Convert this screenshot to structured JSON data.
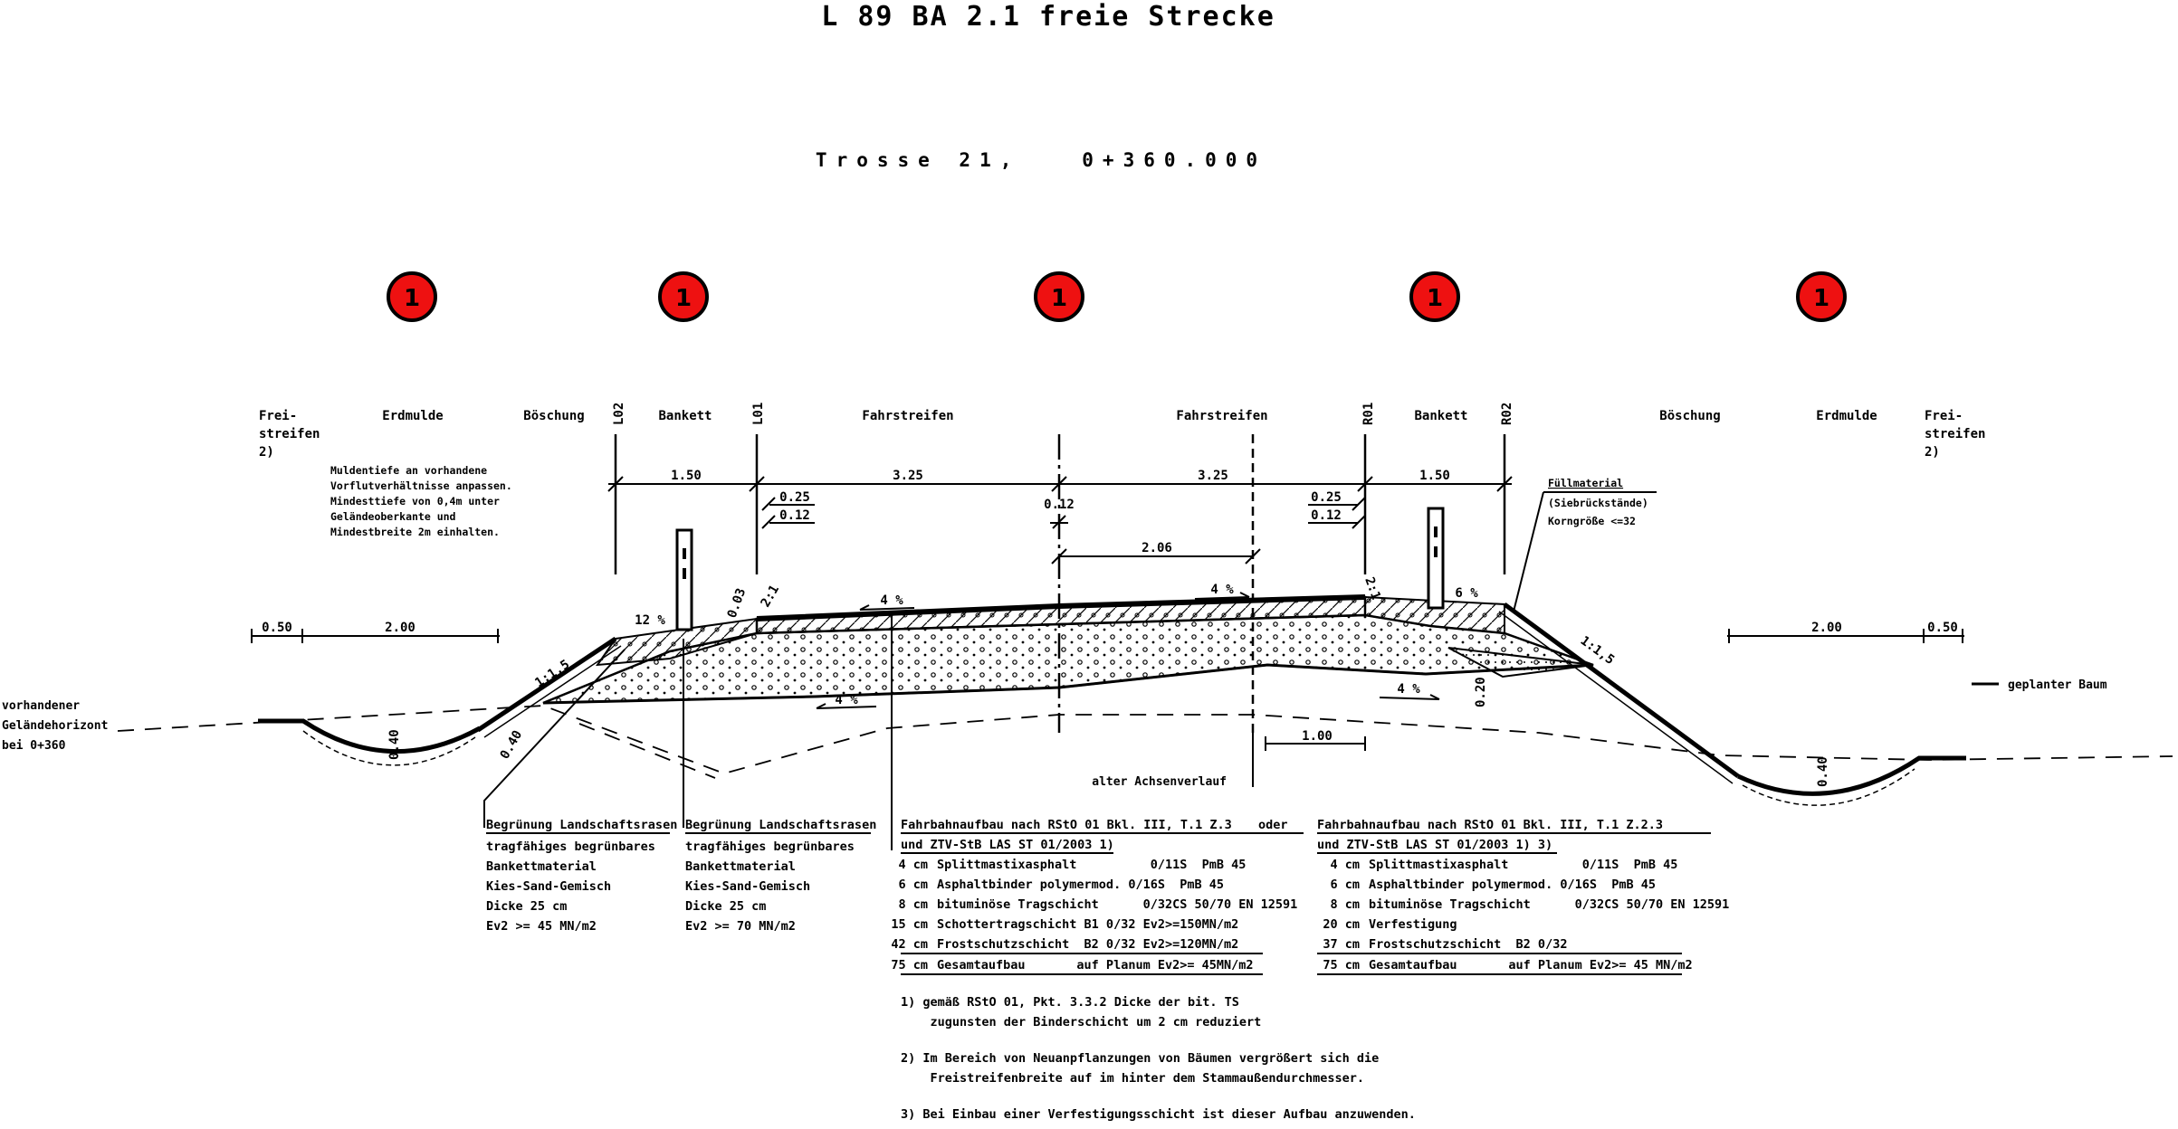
{
  "title": "L 89 BA 2.1 freie Strecke",
  "subtitle": "Trosse 21,   0+360.000",
  "badge_label": "1",
  "headers": {
    "frei_left_1": "Frei-",
    "frei_left_2": "streifen",
    "frei_left_3": "2)",
    "erdmulde_left": "Erdmulde",
    "boschung_left": "Böschung",
    "l02": "L02",
    "bankett_left": "Bankett",
    "l01": "L01",
    "fahrstreifen_left": "Fahrstreifen",
    "fahrstreifen_right": "Fahrstreifen",
    "r01": "R01",
    "bankett_right": "Bankett",
    "r02": "R02",
    "boschung_right": "Böschung",
    "erdmulde_right": "Erdmulde",
    "frei_right_1": "Frei-",
    "frei_right_2": "streifen",
    "frei_right_3": "2)"
  },
  "mulde_note": [
    "Muldentiefe an vorhandene",
    "Vorflutverhältnisse anpassen.",
    "Mindesttiefe von 0,4m unter",
    "Geländeoberkante und",
    "Mindestbreite 2m einhalten."
  ],
  "fill_note": {
    "title": "Füllmaterial",
    "line2": "(Siebrückstände)",
    "line3": "Korngröße <=32"
  },
  "dimensions": {
    "d150_left": "1.50",
    "d325_left": "3.25",
    "d325_right": "3.25",
    "d150_right": "1.50",
    "d025_left": "0.25",
    "d012_left": "0.12",
    "d012_center": "0.12",
    "d025_right": "0.25",
    "d012_right": "0.12",
    "d206": "2.06",
    "d050_left": "0.50",
    "d200_left": "2.00",
    "d200_right": "2.00",
    "d050_right": "0.50",
    "d100": "1.00",
    "d020": "0.20",
    "d040_left": "0.40",
    "d040_slope": "0.40",
    "d040_right": "0.40",
    "d003": "0.03"
  },
  "slopes": {
    "s12": "12 %",
    "s4_top_left": "4 %",
    "s4_top_right": "4 %",
    "s6": "6 %",
    "s4_bottom_left": "4 %",
    "s4_bottom_right": "4 %",
    "s21_left": "2:1",
    "s21_right": "2:1",
    "s115_left": "1:1,5",
    "s115_right": "1:1,5"
  },
  "terrain": {
    "line1": "vorhandener",
    "line2": "Geländehorizont",
    "line3": "bei 0+360"
  },
  "achse_label": "alter Achsenverlauf",
  "tree_legend": "geplanter Baum",
  "bankett_left_text": {
    "title": "Begrünung Landschaftsrasen",
    "lines": [
      "tragfähiges begrünbares",
      "Bankettmaterial",
      "Kies-Sand-Gemisch",
      "Dicke 25 cm",
      "Ev2 >= 45 MN/m2"
    ]
  },
  "bankett_right_text": {
    "title": "Begrünung Landschaftsrasen",
    "lines": [
      "tragfähiges begrünbares",
      "Bankettmaterial",
      "Kies-Sand-Gemisch",
      "Dicke 25 cm",
      "Ev2 >= 70 MN/m2"
    ]
  },
  "build_left": {
    "title1": "Fahrbahnaufbau nach RStO 01 Bkl. III, T.1 Z.3",
    "oder": "oder",
    "title2": "und ZTV-StB LAS ST 01/2003 1)",
    "rows": [
      {
        "thk": "4 cm",
        "txt": "Splittmastixasphalt          0/11S  PmB 45"
      },
      {
        "thk": "6 cm",
        "txt": "Asphaltbinder polymermod. 0/16S  PmB 45"
      },
      {
        "thk": "8 cm",
        "txt": "bituminöse Tragschicht      0/32CS 50/70 EN 12591"
      },
      {
        "thk": "15 cm",
        "txt": "Schottertragschicht B1 0/32 Ev2>=150MN/m2"
      },
      {
        "thk": "42 cm",
        "txt": "Frostschutzschicht  B2 0/32 Ev2>=120MN/m2"
      },
      {
        "thk": "75 cm",
        "txt": "Gesamtaufbau       auf Planum Ev2>= 45MN/m2"
      }
    ]
  },
  "build_right": {
    "title1": "Fahrbahnaufbau nach RStO 01 Bkl. III, T.1 Z.2.3",
    "title2": "und ZTV-StB LAS ST 01/2003 1) 3)",
    "rows": [
      {
        "thk": "4 cm",
        "txt": "Splittmastixasphalt          0/11S  PmB 45"
      },
      {
        "thk": "6 cm",
        "txt": "Asphaltbinder polymermod. 0/16S  PmB 45"
      },
      {
        "thk": "8 cm",
        "txt": "bituminöse Tragschicht      0/32CS 50/70 EN 12591"
      },
      {
        "thk": "20 cm",
        "txt": "Verfestigung"
      },
      {
        "thk": "37 cm",
        "txt": "Frostschutzschicht  B2 0/32"
      },
      {
        "thk": "75 cm",
        "txt": "Gesamtaufbau       auf Planum Ev2>= 45 MN/m2"
      }
    ]
  },
  "footnotes": [
    "1) gemäß RStO 01, Pkt. 3.3.2 Dicke der bit. TS",
    "    zugunsten der Binderschicht um 2 cm reduziert",
    "2) Im Bereich von Neuanpflanzungen von Bäumen vergrößert sich die",
    "    Freistreifenbreite auf im hinter dem Stammaußendurchmesser.",
    "3) Bei Einbau einer Verfestigungsschicht ist dieser Aufbau anzuwenden."
  ],
  "colors": {
    "badge_fill": "#ee1111",
    "line": "#000000",
    "background": "#ffffff"
  }
}
